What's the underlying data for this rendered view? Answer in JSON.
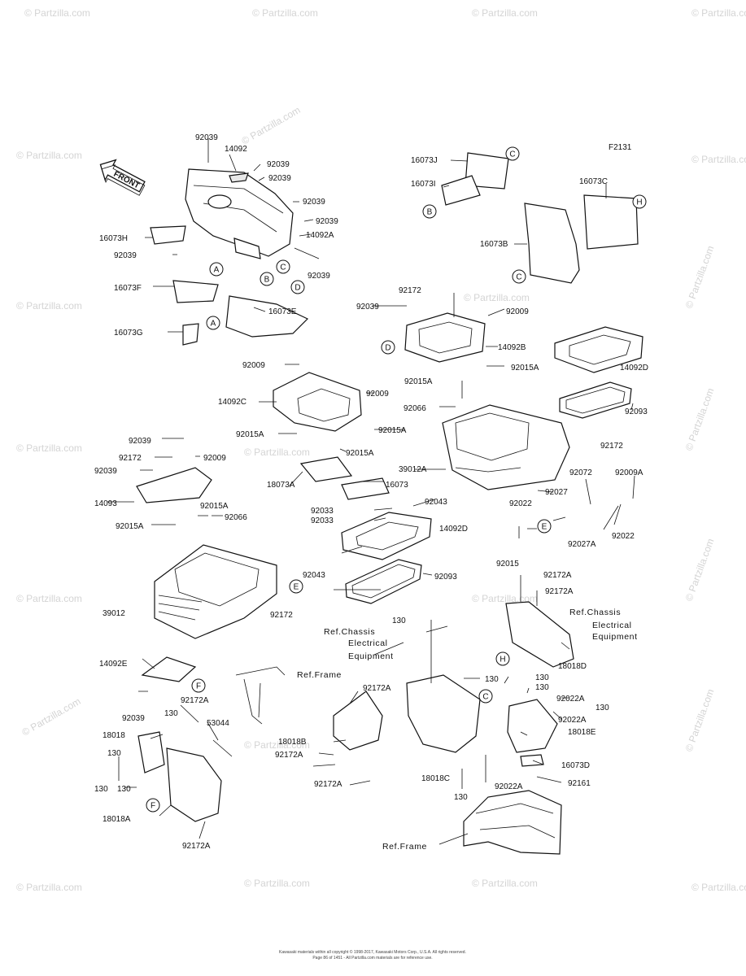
{
  "diagram_code": "F2131",
  "front_arrow": "FRONT",
  "footer": {
    "line1": "Kawasaki materials within all copyright © 1998-2017, Kawasaki Motors Corp., U.S.A. All rights reserved.",
    "line2": "Page 86 of 1451 - All Partzilla.com materials are for reference use."
  },
  "watermarks": [
    "© Partzilla.com"
  ],
  "callouts": [
    {
      "id": "A1",
      "letter": "A"
    },
    {
      "id": "B1",
      "letter": "B"
    },
    {
      "id": "C1",
      "letter": "C"
    },
    {
      "id": "D1",
      "letter": "D"
    },
    {
      "id": "A2",
      "letter": "A"
    },
    {
      "id": "C2",
      "letter": "C"
    },
    {
      "id": "B2",
      "letter": "B"
    },
    {
      "id": "H1",
      "letter": "H"
    },
    {
      "id": "C3",
      "letter": "C"
    },
    {
      "id": "D2",
      "letter": "D"
    },
    {
      "id": "E1",
      "letter": "E"
    },
    {
      "id": "E2",
      "letter": "E"
    },
    {
      "id": "H2",
      "letter": "H"
    },
    {
      "id": "F1",
      "letter": "F"
    },
    {
      "id": "F2",
      "letter": "F"
    },
    {
      "id": "C4",
      "letter": "C"
    }
  ],
  "labels": [
    "92039",
    "14092",
    "92039",
    "92039",
    "92039",
    "92039",
    "14092A",
    "16073H",
    "92039",
    "92039",
    "16073F",
    "16073E",
    "16073G",
    "16073J",
    "16073I",
    "16073C",
    "16073B",
    "92172",
    "92039",
    "92009",
    "14092B",
    "92015A",
    "14092D",
    "92015A",
    "92066",
    "92093",
    "92172",
    "39012A",
    "92009",
    "14092C",
    "92009",
    "92015A",
    "92015A",
    "92015A",
    "18073A",
    "16073",
    "92043",
    "92033",
    "92033",
    "14092D",
    "92043",
    "92093",
    "92072",
    "92009A",
    "92027",
    "92022",
    "92027A",
    "92022",
    "92015",
    "92039",
    "92172",
    "92009",
    "92039",
    "14093",
    "92015A",
    "92015A",
    "92066",
    "39012",
    "92172",
    "92172A",
    "92172A",
    "130",
    "Ref.Chassis",
    "Electrical",
    "Equipment",
    "Ref.Chassis",
    "Electrical",
    "Equipment",
    "18018D",
    "14092E",
    "Ref.Frame",
    "92172A",
    "130",
    "130",
    "130",
    "92022A",
    "130",
    "92022A",
    "18018E",
    "92039",
    "92172A",
    "130",
    "53044",
    "18018",
    "18018B",
    "130",
    "92172A",
    "130",
    "130",
    "16073D",
    "92161",
    "18018C",
    "92022A",
    "130",
    "92172A",
    "18018A",
    "92172A",
    "Ref.Frame"
  ]
}
